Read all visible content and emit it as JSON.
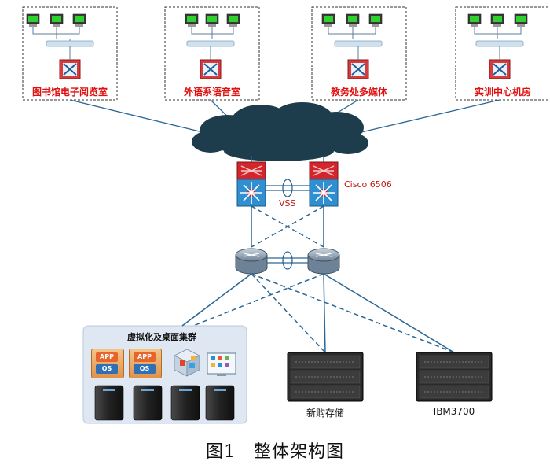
{
  "rooms": [
    {
      "label": "图书馆电子阅览室"
    },
    {
      "label": "外语系语音室"
    },
    {
      "label": "教务处多媒体"
    },
    {
      "label": "实训中心机房"
    }
  ],
  "core": {
    "model_label": "Cisco 6506",
    "link_label": "VSS"
  },
  "cluster": {
    "label": "虚拟化及桌面集群",
    "app_text": "APP",
    "os_text": "OS"
  },
  "storage": [
    {
      "label": "新购存储"
    },
    {
      "label": "IBM3700"
    }
  ],
  "caption": "图1　整体架构图",
  "colors": {
    "red_text": "#e01010",
    "cloud": "#1d3d4c",
    "link": "#2b6796",
    "cluster_bg": "#dfe7f2"
  }
}
